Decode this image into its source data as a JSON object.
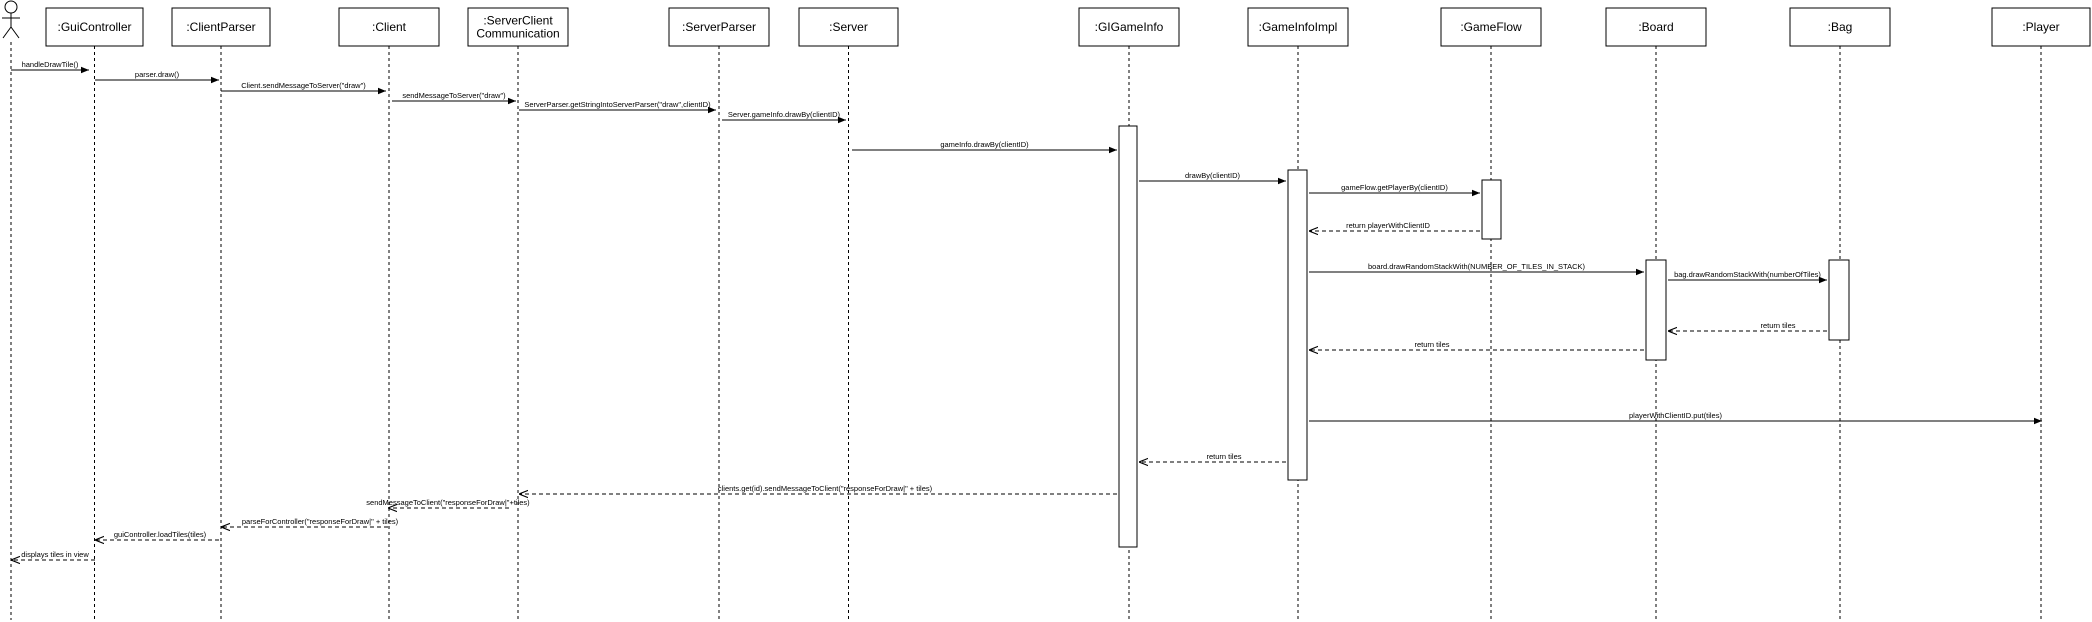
{
  "actor": {
    "label": ""
  },
  "participants": [
    {
      "id": "gui",
      "lines": [
        ":GuiController"
      ]
    },
    {
      "id": "clientparser",
      "lines": [
        ":ClientParser"
      ]
    },
    {
      "id": "client",
      "lines": [
        ":Client"
      ]
    },
    {
      "id": "scc",
      "lines": [
        ":ServerClient",
        "Communication"
      ]
    },
    {
      "id": "serverparser",
      "lines": [
        ":ServerParser"
      ]
    },
    {
      "id": "server",
      "lines": [
        ":Server"
      ]
    },
    {
      "id": "gigameinfo",
      "lines": [
        ":GIGameInfo"
      ]
    },
    {
      "id": "gameinfoimpl",
      "lines": [
        ":GameInfoImpl"
      ]
    },
    {
      "id": "gameflow",
      "lines": [
        ":GameFlow"
      ]
    },
    {
      "id": "board",
      "lines": [
        ":Board"
      ]
    },
    {
      "id": "bag",
      "lines": [
        ":Bag"
      ]
    },
    {
      "id": "player",
      "lines": [
        ":Player"
      ]
    }
  ],
  "messages": [
    {
      "from": "actor",
      "to": "gui",
      "label": "handleDrawTile()",
      "type": "sync"
    },
    {
      "from": "gui",
      "to": "clientparser",
      "label": "parser.draw()",
      "type": "sync"
    },
    {
      "from": "clientparser",
      "to": "client",
      "label": "Client.sendMessageToServer(\"draw\")",
      "type": "sync"
    },
    {
      "from": "client",
      "to": "scc",
      "label": "sendMessageToServer(\"draw\")",
      "type": "sync"
    },
    {
      "from": "scc",
      "to": "serverparser",
      "label": "ServerParser.getStringIntoServerParser(\"draw\",clientID)",
      "type": "sync"
    },
    {
      "from": "serverparser",
      "to": "server",
      "label": "Server.gameInfo.drawBy(clientID)",
      "type": "sync"
    },
    {
      "from": "server",
      "to": "gigameinfo",
      "label": "gameInfo.drawBy(clientID)",
      "type": "sync"
    },
    {
      "from": "gigameinfo",
      "to": "gameinfoimpl",
      "label": "drawBy(clientID)",
      "type": "sync"
    },
    {
      "from": "gameinfoimpl",
      "to": "gameflow",
      "label": "gameFlow.getPlayerBy(clientID)",
      "type": "sync"
    },
    {
      "from": "gameflow",
      "to": "gameinfoimpl",
      "label": "return playerWithClientID",
      "type": "return"
    },
    {
      "from": "gameinfoimpl",
      "to": "board",
      "label": "board.drawRandomStackWith(NUMBER_OF_TILES_IN_STACK)",
      "type": "sync"
    },
    {
      "from": "board",
      "to": "bag",
      "label": "bag.drawRandomStackWith(numberOfTiles)",
      "type": "sync"
    },
    {
      "from": "bag",
      "to": "board",
      "label": "return tiles",
      "type": "return"
    },
    {
      "from": "board",
      "to": "gameinfoimpl",
      "label": "return tiles",
      "type": "return"
    },
    {
      "from": "gameinfoimpl",
      "to": "player",
      "label": "playerWithClientID.put(tiles)",
      "type": "sync"
    },
    {
      "from": "gameinfoimpl",
      "to": "gigameinfo",
      "label": "return tiles",
      "type": "return"
    },
    {
      "from": "gigameinfo",
      "to": "scc",
      "label": "clients.get(id).sendMessageToClient(\"responseForDraw|\" + tiles)",
      "type": "return"
    },
    {
      "from": "scc",
      "to": "client",
      "label": "sendMessageToClient(\"responseForDraw|\"+tiles)",
      "type": "return"
    },
    {
      "from": "client",
      "to": "clientparser",
      "label": "parseForController(\"responseForDraw|\" + tiles)",
      "type": "return"
    },
    {
      "from": "clientparser",
      "to": "gui",
      "label": "guiController.loadTiles(tiles)",
      "type": "return"
    },
    {
      "from": "gui",
      "to": "actor",
      "label": "displays tiles in view",
      "type": "return"
    }
  ]
}
